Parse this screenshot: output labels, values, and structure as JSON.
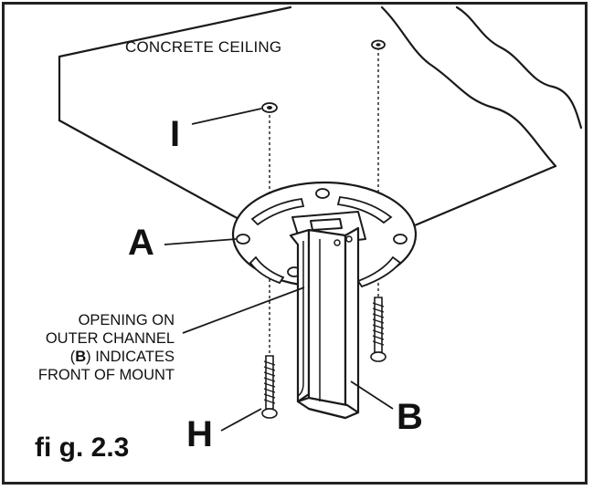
{
  "labels": {
    "ceiling": "CONCRETE CEILING",
    "callout_i": "I",
    "callout_a": "A",
    "callout_b": "B",
    "callout_h": "H",
    "note_line1": "OPENING ON",
    "note_line2": "OUTER CHANNEL",
    "note_line3_bold": "B",
    "note_line3_open": "(",
    "note_line3_rest": ") INDICATES",
    "note_line4": "FRONT OF MOUNT",
    "figure": "fi g. 2.3"
  }
}
